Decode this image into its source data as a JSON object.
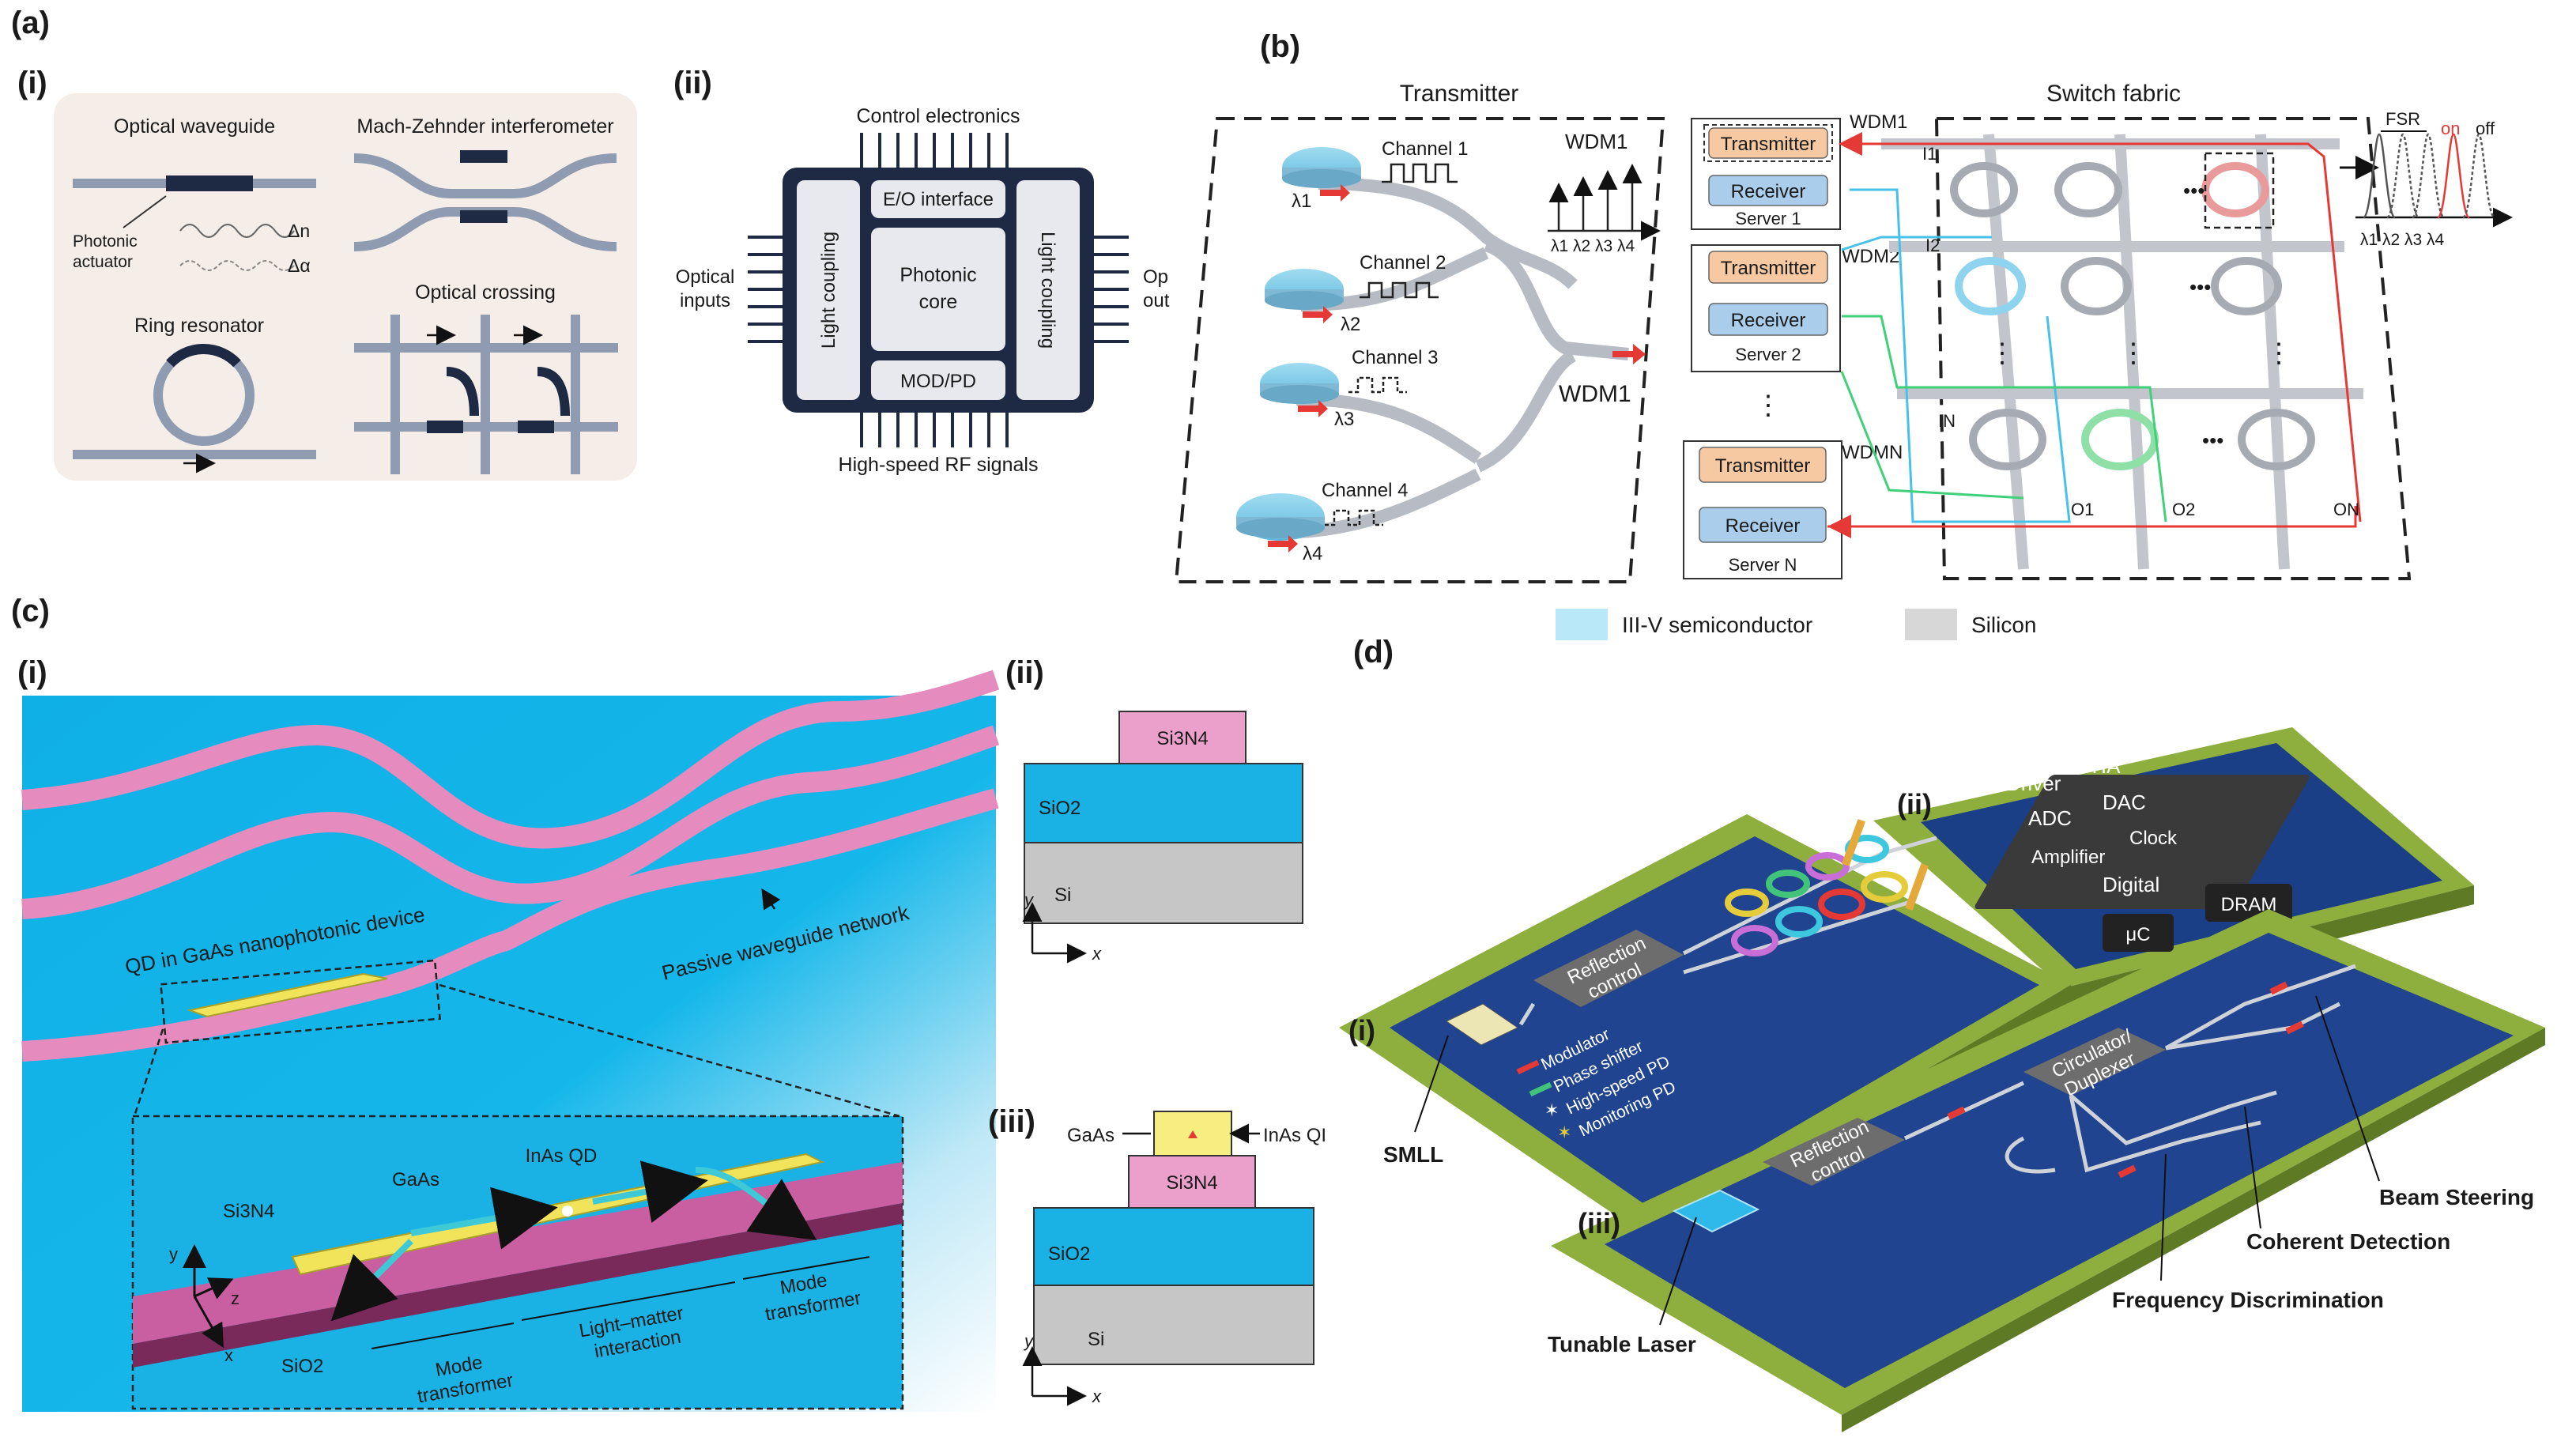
{
  "panels": {
    "a": {
      "label": "(a)",
      "i": {
        "label": "(i)",
        "optical_waveguide": "Optical waveguide",
        "photonic_actuator_1": "Photonic",
        "photonic_actuator_2": "actuator",
        "delta_n": "Δn",
        "delta_alpha": "Δα",
        "mzi": "Mach-Zehnder interferometer",
        "ring": "Ring resonator",
        "crossing": "Optical crossing"
      },
      "ii": {
        "label": "(ii)",
        "control": "Control electronics",
        "eo": "E/O interface",
        "core_1": "Photonic",
        "core_2": "core",
        "modpd": "MOD/PD",
        "light_left": "Light coupling",
        "light_right": "Light coupling",
        "inputs_1": "Optical",
        "inputs_2": "inputs",
        "outputs_1": "Op",
        "outputs_2": "out",
        "rf": "High-speed RF signals"
      }
    },
    "b": {
      "label": "(b)",
      "transmitter": "Transmitter",
      "switch_fabric": "Switch fabric",
      "channels": [
        "Channel 1",
        "Channel 2",
        "Channel 3",
        "Channel 4"
      ],
      "lambdas": [
        "λ1",
        "λ2",
        "λ3",
        "λ4"
      ],
      "wdm1": "WDM1",
      "wdm1_out": "WDM1",
      "wdm_labels": [
        "WDM1",
        "WDM2",
        "WDMN"
      ],
      "tx_button": "Transmitter",
      "rx_button": "Receiver",
      "servers": [
        "Server 1",
        "Server 2",
        "Server N"
      ],
      "vdots": "⋮",
      "hdots": "•••",
      "inputs": [
        "I1",
        "I2",
        "IN"
      ],
      "outputs": [
        "O1",
        "O2",
        "ON"
      ],
      "fsr": "FSR",
      "on": "on",
      "off": "off",
      "spectrum_lambdas": "λ1 λ2 λ3 λ4",
      "legend_iii_v": "III-V semiconductor",
      "legend_si": "Silicon"
    },
    "c": {
      "label": "(c)",
      "i": {
        "label": "(i)",
        "qd_device": "QD in GaAs nanophotonic device",
        "passive": "Passive waveguide network",
        "inas": "InAs QD",
        "gaas": "GaAs",
        "si3n4": "Si3N4",
        "y": "y",
        "z": "z",
        "x": "x",
        "sio2": "SiO2",
        "mode_t1": "Mode",
        "mode_t2": "transformer",
        "lm1": "Light–matter",
        "lm2": "interaction"
      },
      "ii": {
        "label": "(ii)",
        "si3n4": "Si3N4",
        "sio2": "SiO2",
        "si": "Si",
        "y": "y",
        "x": "x"
      },
      "iii": {
        "label": "(iii)",
        "gaas": "GaAs",
        "inas": "InAs QI",
        "si3n4": "Si3N4",
        "sio2": "SiO2",
        "si": "Si",
        "y": "y",
        "x": "x"
      }
    },
    "d": {
      "label": "(d)",
      "sub_i": "(i)",
      "sub_ii": "(ii)",
      "sub_iii": "(iii)",
      "reflection_1": "Reflection",
      "reflection_2": "control",
      "legend": [
        "Modulator",
        "Phase shifter",
        "High-speed PD",
        "Monitoring PD"
      ],
      "smll": "SMLL",
      "chips": [
        "Driver",
        "TIA",
        "ADC",
        "DAC",
        "Amplifier",
        "Clock",
        "Digital",
        "μC",
        "DRAM"
      ],
      "circulator_1": "Circulator/",
      "circulator_2": "Duplexer",
      "beam": "Beam Steering",
      "coherent": "Coherent Detection",
      "frequency": "Frequency Discrimination",
      "tunable": "Tunable Laser"
    }
  },
  "colors": {
    "waveguide_gray": "#8f9bb0",
    "chip_navy": "#1e2a44",
    "tx_orange": "#f6c9a3",
    "rx_blue": "#a9cdea",
    "cyan": "#17b4e6",
    "pink": "#d77fb6",
    "board_green": "#8eae3e",
    "board_blue": "#20448f"
  }
}
